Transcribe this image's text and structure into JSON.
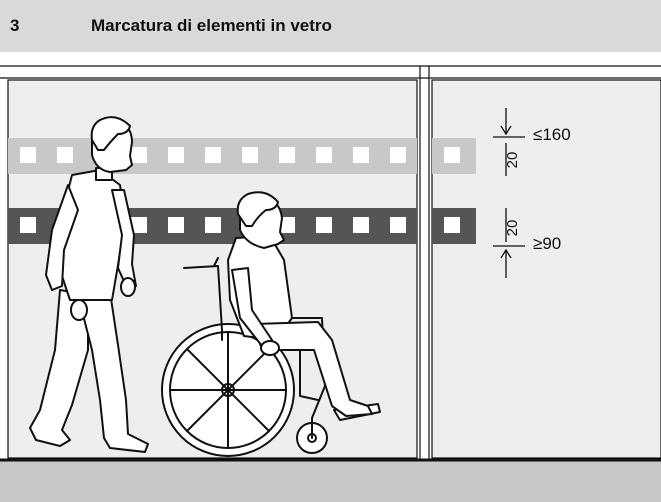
{
  "section": {
    "number": "3",
    "title": "Marcatura di elementi in vetro"
  },
  "dimensions": {
    "upper_band_height": "20",
    "lower_band_height": "20",
    "upper_limit": "≤160",
    "lower_limit": "≥90"
  },
  "colors": {
    "header_bg": "#d9d9d9",
    "upper_band": "#c8c8c8",
    "lower_band": "#555555",
    "panel_bg": "#eeeeee",
    "floor": "#c8c8c8",
    "ink": "#111111"
  },
  "figures": [
    "walking-person-icon",
    "wheelchair-user-icon"
  ]
}
